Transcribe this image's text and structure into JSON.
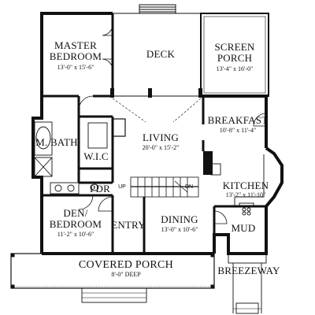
{
  "rooms": {
    "master_bedroom": {
      "line1": "MASTER",
      "line2": "BEDROOM",
      "dims": "13'-0\" x 15'-6\""
    },
    "deck": {
      "name": "DECK"
    },
    "screen_porch": {
      "line1": "SCREEN",
      "line2": "PORCH",
      "dims": "13'-4\" x 16'-0\""
    },
    "breakfast": {
      "name": "BREAKFAST",
      "dims": "10'-8\" x 11'-4\""
    },
    "living": {
      "name": "LIVING",
      "dims": "20'-0\" x 15'-2\""
    },
    "m_bath": {
      "name": "M. BATH"
    },
    "wic": {
      "name": "W.I.C"
    },
    "pdr": {
      "name": "PDR"
    },
    "kitchen": {
      "name": "KITCHEN",
      "dims": "13'-2\" x 11'-10\""
    },
    "den_bedroom": {
      "line1": "DEN/",
      "line2": "BEDROOM",
      "dims": "11'-2\" x 10'-6\""
    },
    "entry": {
      "name": "ENTRY"
    },
    "dining": {
      "name": "DINING",
      "dims": "13'-0\" x 10'-6\""
    },
    "mud": {
      "name": "MUD"
    },
    "covered_porch": {
      "name": "COVERED PORCH",
      "dims": "8'-0\" DEEP"
    },
    "breezeway": {
      "name": "BREEZEWAY"
    }
  },
  "stairs": {
    "up_label": "UP",
    "down_label": "DN"
  }
}
